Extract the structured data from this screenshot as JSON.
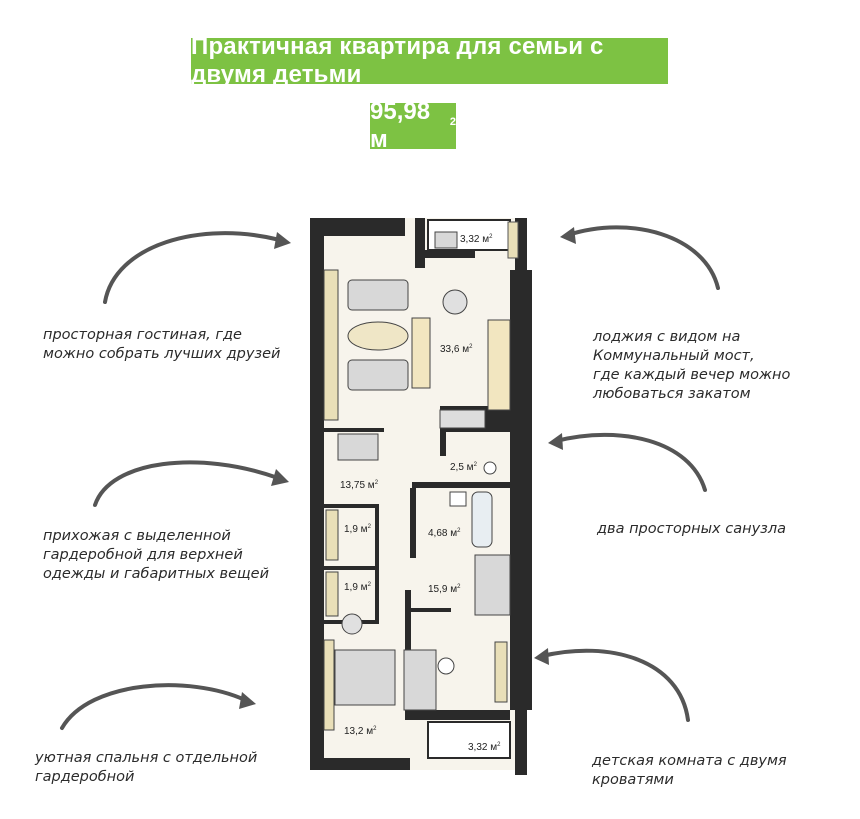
{
  "header": {
    "title": "Практичная квартира для семьи с двумя детьми",
    "total_area": "95,98 м",
    "total_area_sup": "2"
  },
  "captions": {
    "living": [
      "просторная гостиная, где",
      "можно собрать лучших друзей"
    ],
    "hallway": [
      "прихожая с выделенной",
      "гардеробной для верхней",
      "одежды и  габаритных вещей"
    ],
    "bedroom": [
      "уютная спальня с отдельной",
      "гардеробной"
    ],
    "loggia": [
      "лоджия с видом на",
      "Коммунальный мост,",
      "где каждый вечер можно",
      "любоваться закатом"
    ],
    "bathrooms": [
      "два просторных санузла"
    ],
    "kids": [
      "детская  комната с двумя",
      "кроватями"
    ]
  },
  "rooms": {
    "loggia_top": "3,32 м",
    "living": "33,6 м",
    "bath_small": "2,5 м",
    "hall": "13,75 м",
    "bath_large": "4,68 м",
    "wardrobe_1": "1,9 м",
    "wardrobe_2": "1,9 м",
    "kids": "15,9 м",
    "bedroom": "13,2 м",
    "loggia_bottom": "3,32 м",
    "sup": "2"
  },
  "colors": {
    "accent": "#7dc243",
    "wall": "#2a2a2a",
    "floor": "#f7f4ec"
  }
}
